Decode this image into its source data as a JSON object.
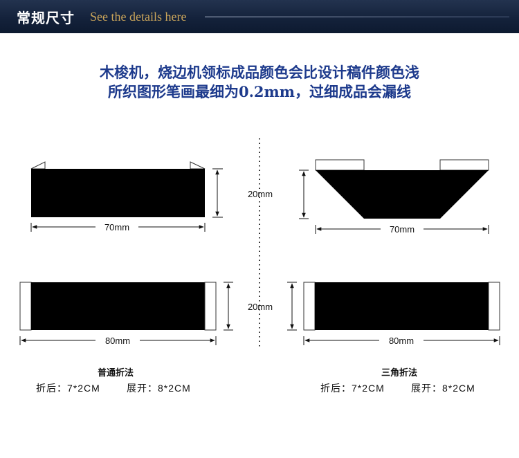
{
  "header": {
    "title": "常规尺寸",
    "subtitle": "See the details here"
  },
  "notice": {
    "line1": "木梭机，烧边机领标成品颜色会比设计稿件颜色浅",
    "line2": "所织图形笔画最细为0.2mm，过细成品会漏线"
  },
  "dimensions": {
    "height_top": "20mm",
    "height_bottom": "20mm",
    "width_top_left": "70mm",
    "width_top_right": "70mm",
    "width_bottom_left": "80mm",
    "width_bottom_right": "80mm"
  },
  "fold_normal": {
    "title": "普通折法",
    "folded": "折后：7*2CM",
    "unfolded": "展开：8*2CM"
  },
  "fold_triangle": {
    "title": "三角折法",
    "folded": "折后：7*2CM",
    "unfolded": "展开：8*2CM"
  },
  "colors": {
    "banner": "#14223b",
    "accent_gold": "#c9a45a",
    "notice_blue": "#1d3a8c",
    "label_fill": "#000000"
  }
}
